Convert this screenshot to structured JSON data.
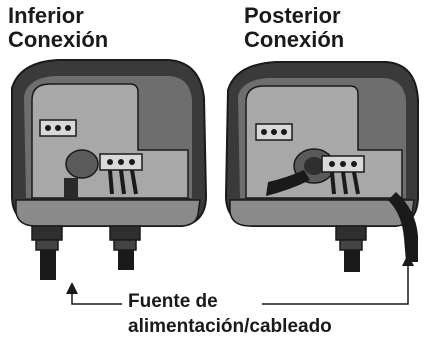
{
  "labels": {
    "left": [
      "Inferior",
      "Conexión"
    ],
    "right": [
      "Posterior",
      "Conexión"
    ],
    "bottom_line1": "Fuente de",
    "bottom_line2": "alimentación/cableado"
  },
  "colors": {
    "shell_dark": "#3a3a3a",
    "shell_mid": "#555555",
    "back_plate": "#a8a8a8",
    "inner": "#7a7a7a",
    "ink": "#1a1a1a"
  },
  "icons": [
    "terminal-block-icon",
    "cable-icon",
    "arrow-up-icon"
  ]
}
